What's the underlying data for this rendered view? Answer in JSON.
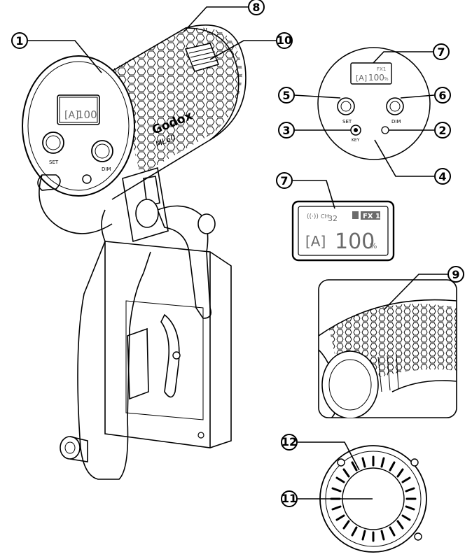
{
  "callouts": {
    "c1": "1",
    "c2": "2",
    "c3": "3",
    "c4": "4",
    "c5": "5",
    "c6": "6",
    "c7a": "7",
    "c7b": "7",
    "c8": "8",
    "c9": "9",
    "c10": "10",
    "c11": "11",
    "c12": "12"
  },
  "light": {
    "brand": "Godox",
    "model": "ML60",
    "knob_left_label": "SET",
    "knob_right_label": "DIM"
  },
  "small_panel": {
    "set_label": "SET",
    "dim_label": "DIM",
    "key_label": "KEY",
    "lcd_value": "100",
    "lcd_mode": "[A]",
    "lcd_pct": "%",
    "lcd_fx": "FX1"
  },
  "lcd_detail": {
    "channel_prefix": "CH",
    "channel": "32",
    "fx": "FX 1",
    "mode": "[A]",
    "brightness": "100",
    "unit": "%"
  },
  "colors": {
    "line": "#000000",
    "lcd_text": "#6b6b6b",
    "background": "#ffffff"
  }
}
